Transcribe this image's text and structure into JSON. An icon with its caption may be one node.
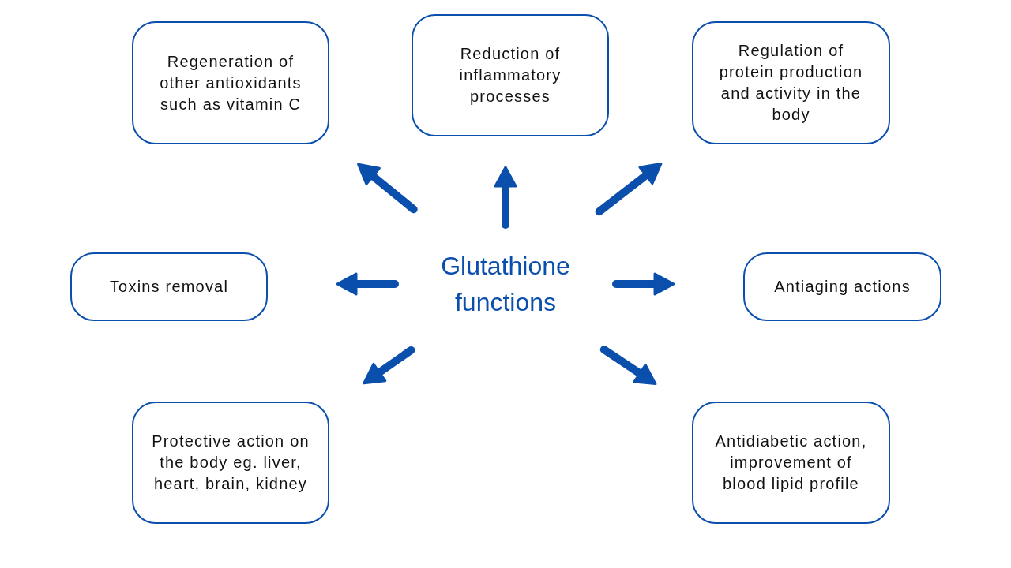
{
  "diagram": {
    "nodes": [
      {
        "text": [
          "Glutathione functions"
        ]
      },
      {
        "text": [
          "Regeneration of other antioxidants such as vitamin C"
        ]
      },
      {
        "text": [
          "Reduction of inflammatory processes"
        ]
      },
      {
        "text": [
          "Regulation of protein production and activity in the body"
        ]
      },
      {
        "text": [
          "Toxins removal"
        ]
      },
      {
        "text": [
          "Antiaging actions"
        ]
      },
      {
        "text": [
          "Protective action on the body eg. liver, heart, brain, kidney"
        ]
      },
      {
        "text": [
          "Antidiabetic action, improvement of blood lipid profile"
        ]
      }
    ],
    "edges": [
      {
        "from": 0,
        "to": 1,
        "arrow": "to"
      },
      {
        "from": 0,
        "to": 2,
        "arrow": "to"
      },
      {
        "from": 0,
        "to": 3,
        "arrow": "to"
      },
      {
        "from": 0,
        "to": 4,
        "arrow": "to"
      },
      {
        "from": 0,
        "to": 5,
        "arrow": "to"
      },
      {
        "from": 0,
        "to": 6,
        "arrow": "to"
      },
      {
        "from": 0,
        "to": 7,
        "arrow": "to"
      }
    ]
  }
}
